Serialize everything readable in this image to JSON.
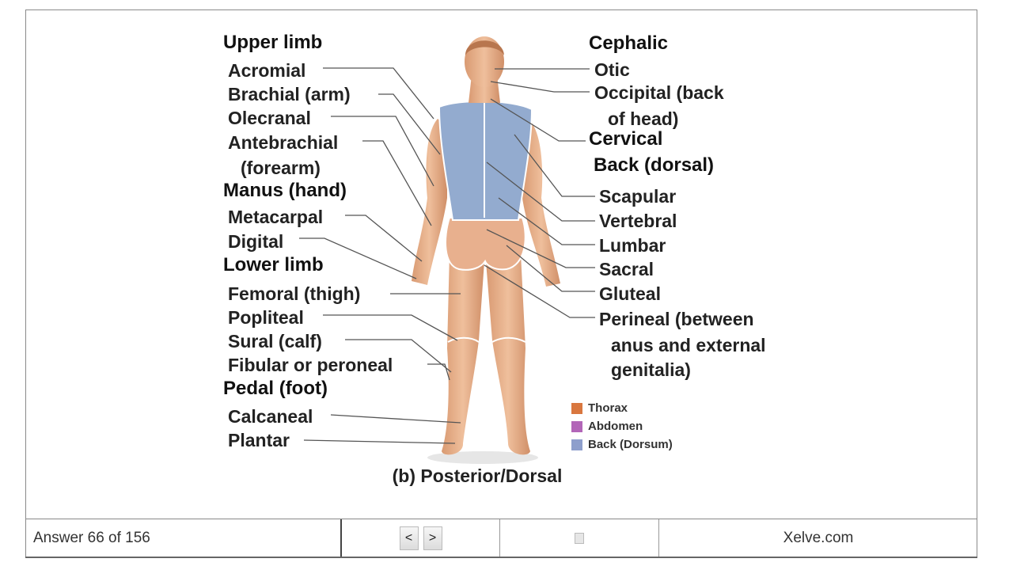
{
  "diagram": {
    "left_labels": [
      {
        "text": "Upper limb",
        "heading": true
      },
      {
        "text": "Acromial"
      },
      {
        "text": "Brachial (arm)"
      },
      {
        "text": "Olecranal"
      },
      {
        "text": "Antebrachial"
      },
      {
        "text": "(forearm)"
      },
      {
        "text": "Manus (hand)",
        "heading": true
      },
      {
        "text": "Metacarpal"
      },
      {
        "text": "Digital"
      },
      {
        "text": "Lower limb",
        "heading": true
      },
      {
        "text": "Femoral (thigh)"
      },
      {
        "text": "Popliteal"
      },
      {
        "text": "Sural (calf)"
      },
      {
        "text": "Fibular or peroneal"
      },
      {
        "text": "Pedal (foot)",
        "heading": true
      },
      {
        "text": "Calcaneal"
      },
      {
        "text": "Plantar"
      }
    ],
    "right_labels": [
      {
        "text": "Cephalic",
        "heading": true
      },
      {
        "text": "Otic"
      },
      {
        "text": "Occipital (back"
      },
      {
        "text": "of head)"
      },
      {
        "text": "Cervical",
        "heading": true
      },
      {
        "text": "Back (dorsal)",
        "heading": true
      },
      {
        "text": "Scapular"
      },
      {
        "text": "Vertebral"
      },
      {
        "text": "Lumbar"
      },
      {
        "text": "Sacral"
      },
      {
        "text": "Gluteal"
      },
      {
        "text": "Perineal (between"
      },
      {
        "text": "anus and external"
      },
      {
        "text": "genitalia)"
      }
    ],
    "legend": [
      {
        "label": "Thorax",
        "color": "#d9773f"
      },
      {
        "label": "Abdomen",
        "color": "#b266b8"
      },
      {
        "label": "Back (Dorsum)",
        "color": "#8e9fcc"
      }
    ],
    "caption": "(b) Posterior/Dorsal"
  },
  "footer": {
    "counter": "Answer 66 of 156",
    "prev_label": "<",
    "next_label": ">",
    "site": "Xelve.com"
  }
}
